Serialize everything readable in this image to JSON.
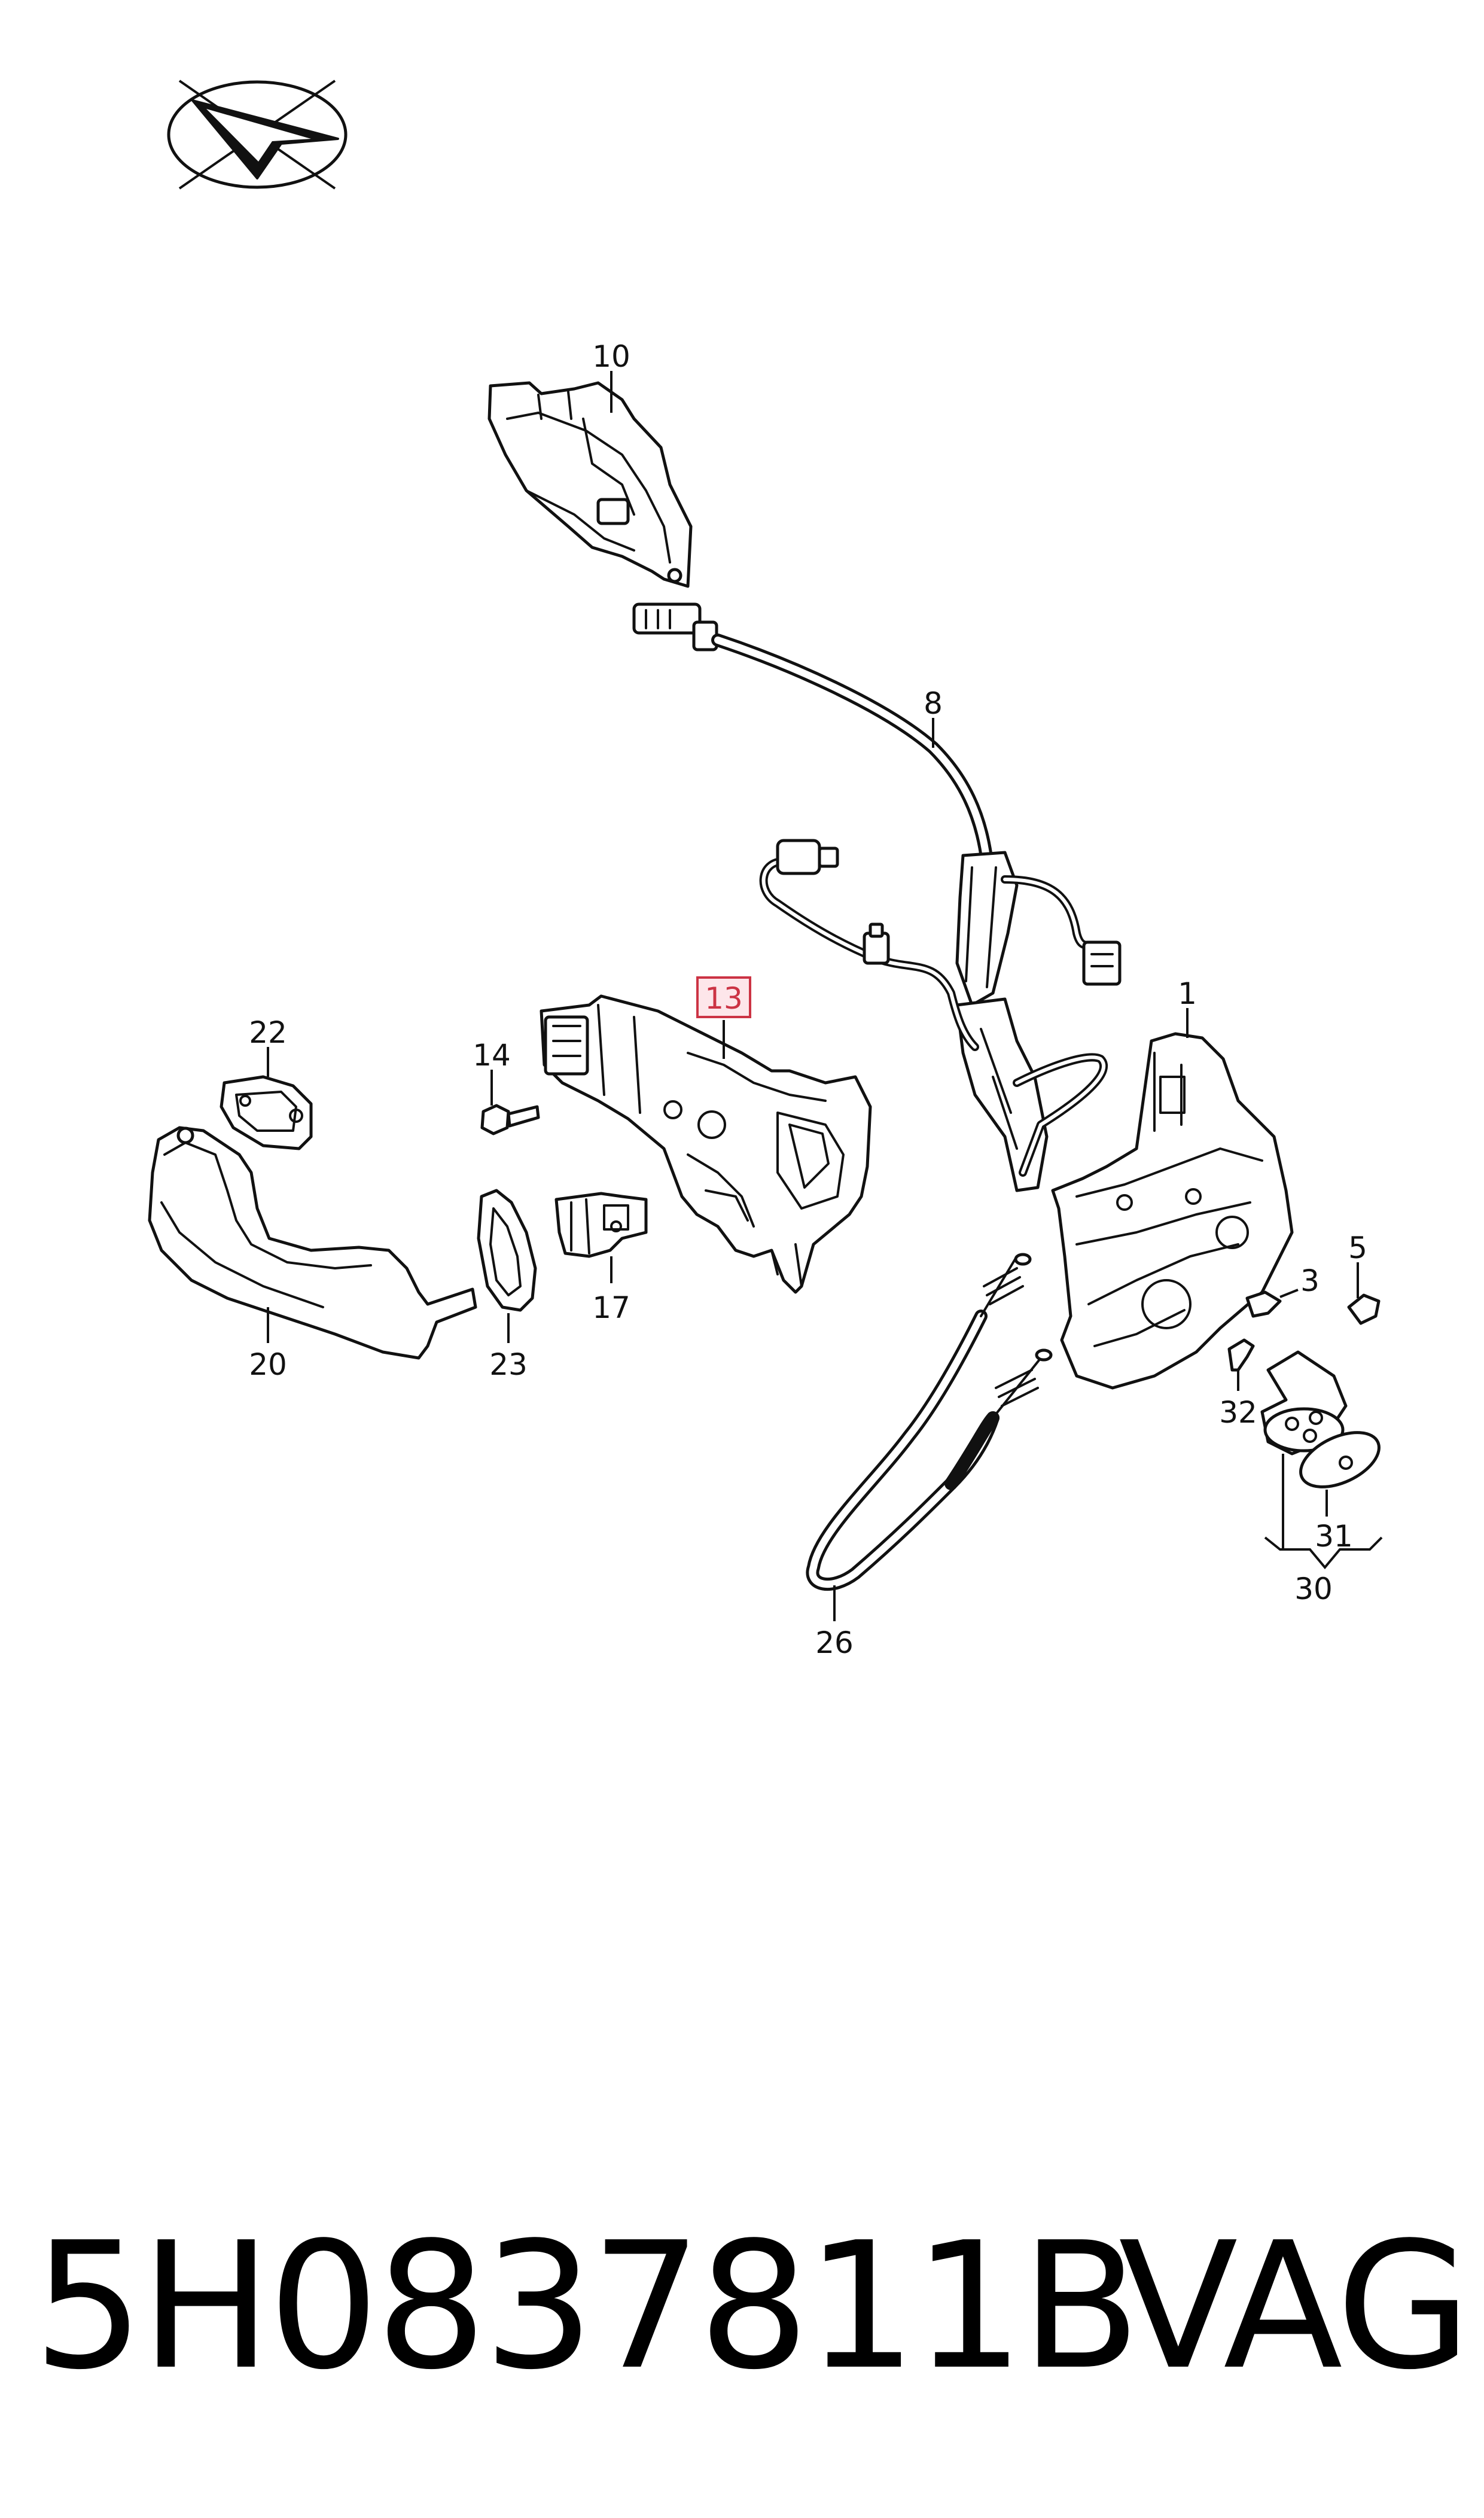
{
  "callouts": {
    "c1": "1",
    "c3": "3",
    "c5": "5",
    "c8": "8",
    "c10": "10",
    "c13": "13",
    "c14": "14",
    "c17": "17",
    "c20": "20",
    "c22": "22",
    "c23": "23",
    "c26": "26",
    "c30": "30",
    "c31": "31",
    "c32": "32"
  },
  "highlighted_callout": "13",
  "colors": {
    "highlight_fill": "#fde6ea",
    "highlight_stroke": "#cc3344",
    "line": "#111111"
  },
  "icons": {
    "orientation_symbol": "direction-arrow-icon"
  },
  "footer": {
    "part_number": "5H0837811B",
    "brand": "VAG"
  }
}
